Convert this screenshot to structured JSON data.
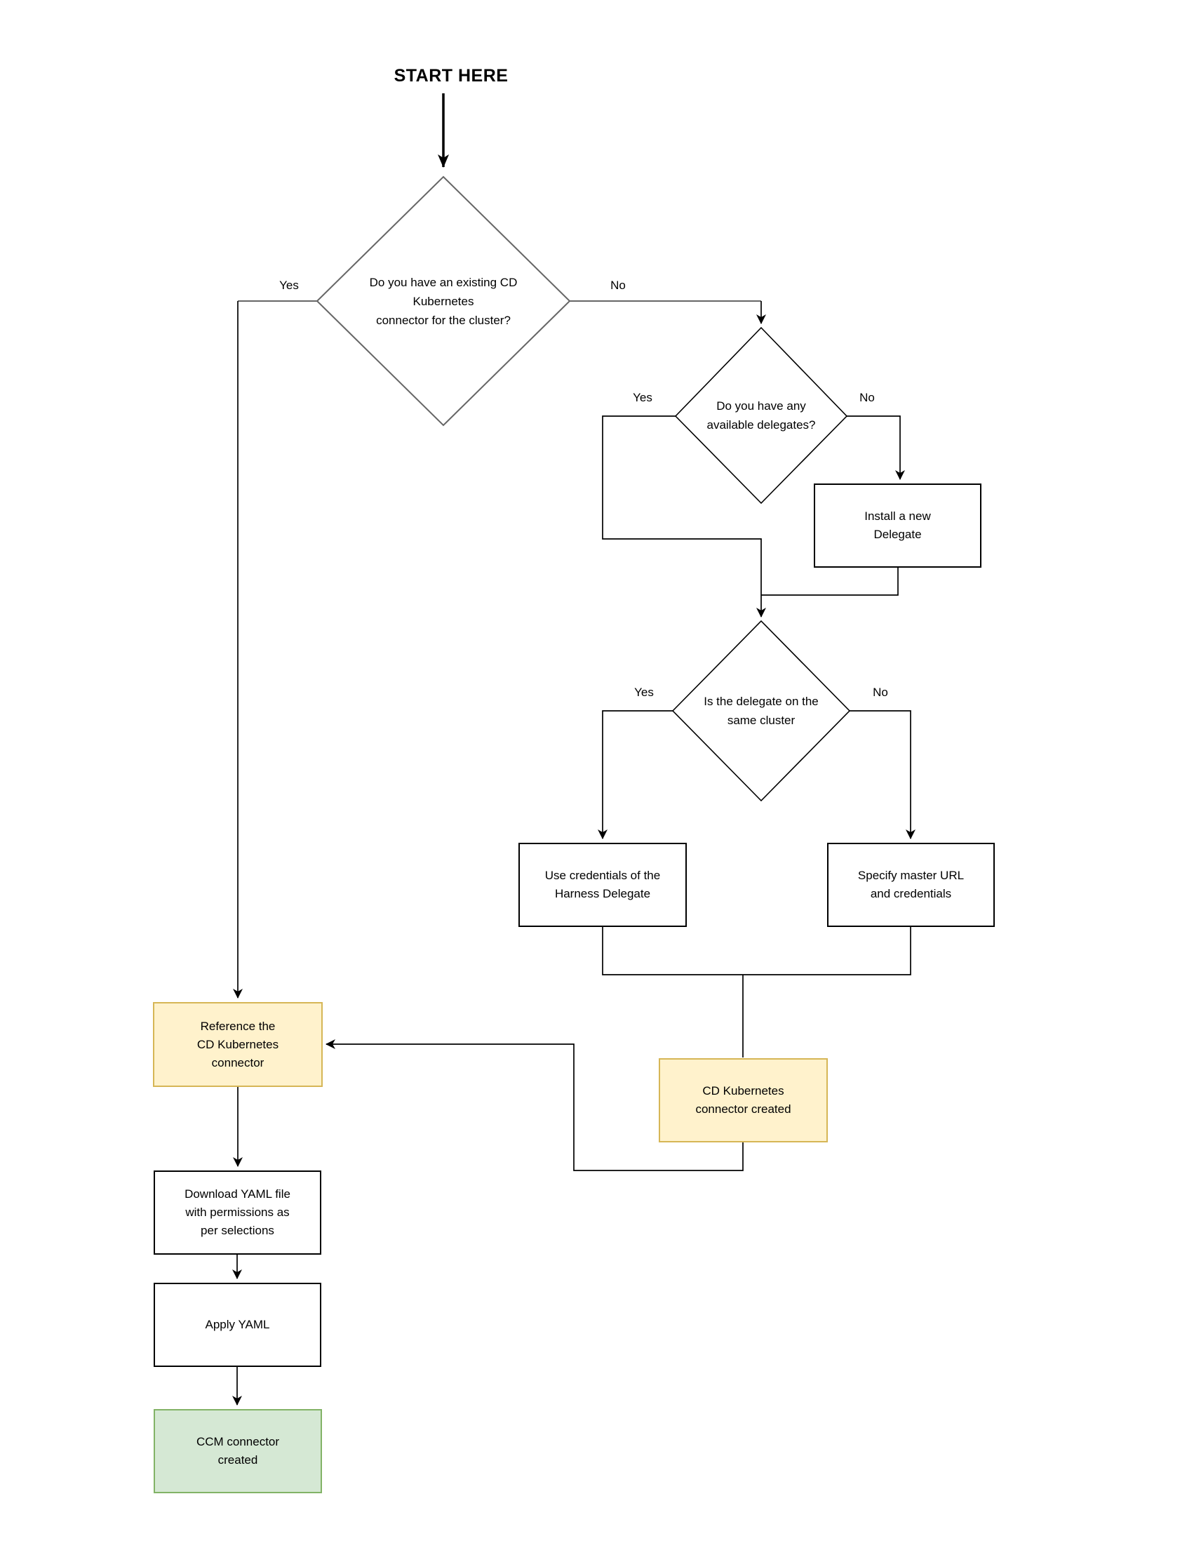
{
  "diagram": {
    "start_label": "START HERE",
    "decisions": {
      "existing_connector": {
        "label": "Do you have an existing CD\nKubernetes\nconnector for the cluster?",
        "yes": "Yes",
        "no": "No"
      },
      "available_delegates": {
        "label": "Do you have any\navailable delegates?",
        "yes": "Yes",
        "no": "No"
      },
      "delegate_same_cluster": {
        "label": "Is the delegate on the\nsame cluster",
        "yes": "Yes",
        "no": "No"
      }
    },
    "processes": {
      "install_delegate": "Install a new\nDelegate",
      "use_delegate_credentials": "Use credentials of the\nHarness Delegate",
      "specify_master_url": "Specify master URL\nand credentials",
      "reference_connector": "Reference the\nCD Kubernetes\nconnector",
      "download_yaml": "Download YAML file\nwith permissions as\nper selections",
      "apply_yaml": "Apply YAML"
    },
    "terminals": {
      "cd_connector_created": "CD Kubernetes\nconnector created",
      "ccm_connector_created": "CCM connector\ncreated"
    },
    "colors": {
      "highlight_fill": "#FFF2CC",
      "highlight_border": "#D6B656",
      "success_fill": "#D5E8D4",
      "success_border": "#82B366",
      "line": "#000000",
      "soft_line": "#666666"
    }
  }
}
